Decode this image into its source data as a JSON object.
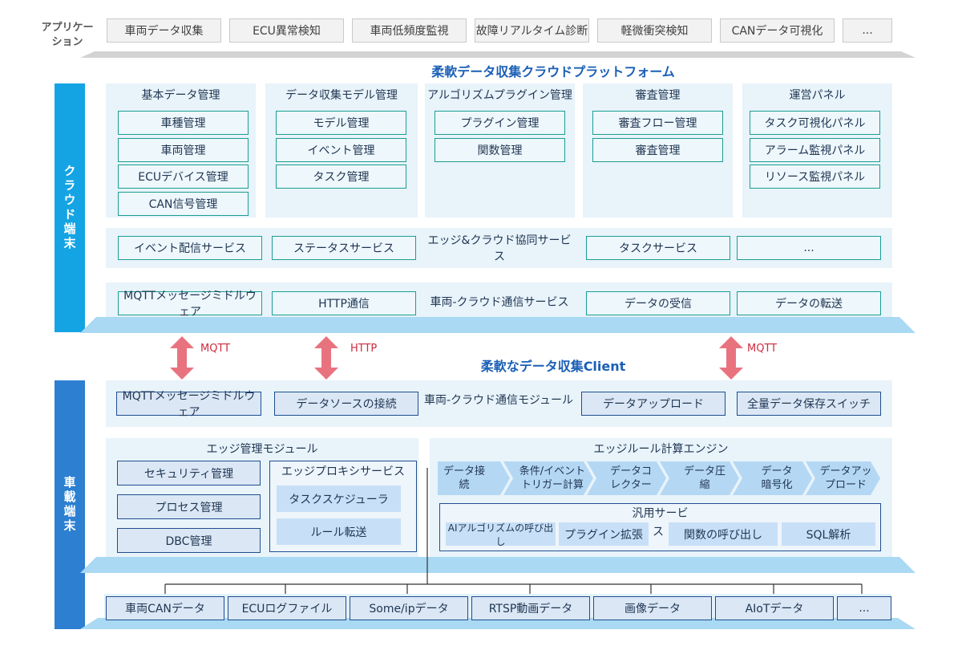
{
  "applications": {
    "label": "アプリケー\nション",
    "items": [
      "車両データ収集",
      "ECU異常検知",
      "車両低頻度監視",
      "故障リアルタイム診断",
      "軽微衝突検知",
      "CANデータ可視化",
      "..."
    ]
  },
  "cloud": {
    "sidebar": "クラウド端末",
    "title": "柔軟データ収集クラウドプラットフォーム",
    "modules": [
      {
        "title": "基本データ管理",
        "items": [
          "車種管理",
          "車両管理",
          "ECUデバイス管理",
          "CAN信号管理"
        ]
      },
      {
        "title": "データ収集モデル管理",
        "items": [
          "モデル管理",
          "イベント管理",
          "タスク管理"
        ]
      },
      {
        "title": "アルゴリズムプラグイン管理",
        "items": [
          "プラグイン管理",
          "関数管理"
        ]
      },
      {
        "title": "審査管理",
        "items": [
          "審査フロー管理",
          "審査管理"
        ]
      },
      {
        "title": "運営パネル",
        "items": [
          "タスク可視化パネル",
          "アラーム監視パネル",
          "リソース監視パネル"
        ]
      }
    ],
    "edge_service": {
      "label": "エッジ&クラウド協同サービス",
      "items": [
        "イベント配信サービス",
        "ステータスサービス",
        "タスクサービス",
        "..."
      ]
    },
    "comm_service": {
      "label": "車両-クラウド通信サービス",
      "items": [
        "MQTTメッセージミドルウェア",
        "HTTP通信",
        "データの受信",
        "データの転送"
      ]
    }
  },
  "protocols": [
    "MQTT",
    "HTTP",
    "MQTT"
  ],
  "client": {
    "sidebar": "車載端末",
    "title": "柔軟なデータ収集Client",
    "comm_module": {
      "label": "車両-クラウド通信モジュール",
      "items": [
        "MQTTメッセージミドルウェア",
        "データソースの接続",
        "データアップロード",
        "全量データ保存スイッチ"
      ]
    },
    "edge_mgmt": {
      "title": "エッジ管理モジュール",
      "items": [
        "セキュリティ管理",
        "プロセス管理",
        "DBC管理"
      ]
    },
    "edge_proxy": {
      "title": "エッジプロキシサービス",
      "items": [
        "タスクスケジューラ",
        "ルール転送"
      ]
    },
    "rule_engine": {
      "title": "エッジルール計算エンジン",
      "steps": [
        "データ接\n続",
        "条件/イベント\nトリガー計算",
        "データコ\nレクター",
        "データ圧\n縮",
        "データ\n暗号化",
        "データアッ\nプロード"
      ],
      "general_title": "汎用サービ",
      "general_items": [
        "AIアルゴリズムの呼び出し",
        "プラグイン拡張",
        "ス",
        "関数の呼び出し",
        "SQL解析"
      ]
    },
    "sources": [
      "車両CANデータ",
      "ECUログファイル",
      "Some/ipデータ",
      "RTSP動画データ",
      "画像データ",
      "AIoTデータ",
      "..."
    ]
  }
}
